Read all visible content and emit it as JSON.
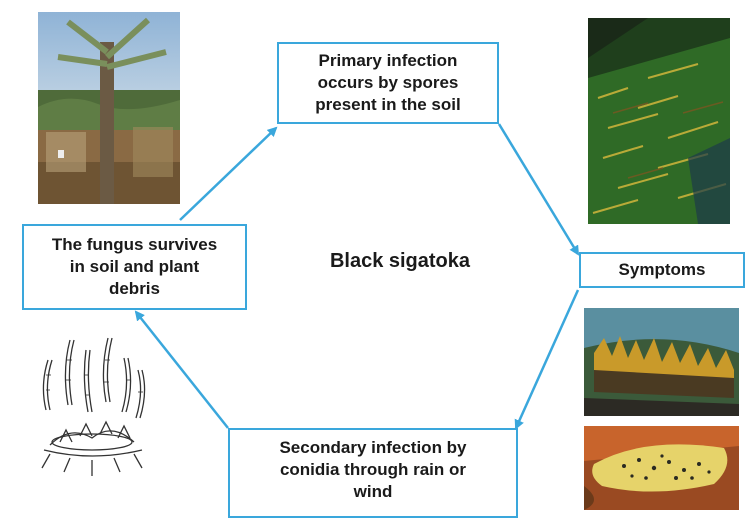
{
  "diagram": {
    "center_title": "Black sigatoka",
    "nodes": {
      "primary": "Primary infection\noccurs by  spores\npresent in the soil",
      "symptoms": "Symptoms",
      "secondary": "Secondary infection by\nconidia through rain or\nwind",
      "survive": "The fungus survives\nin soil and plant\ndebris"
    },
    "colors": {
      "arrow": "#3aa7dc",
      "border": "#3aa7dc"
    }
  },
  "images": [
    {
      "name": "field-photo",
      "icon": "banana-field-photo"
    },
    {
      "name": "leaf-streak-photo",
      "icon": "leaf-streaks-photo"
    },
    {
      "name": "leaf-necrosis-photo",
      "icon": "leaf-necrosis-photo"
    },
    {
      "name": "banana-fruit-photo",
      "icon": "banana-fruit-photo"
    },
    {
      "name": "conidia-drawing",
      "icon": "conidia-drawing"
    }
  ]
}
